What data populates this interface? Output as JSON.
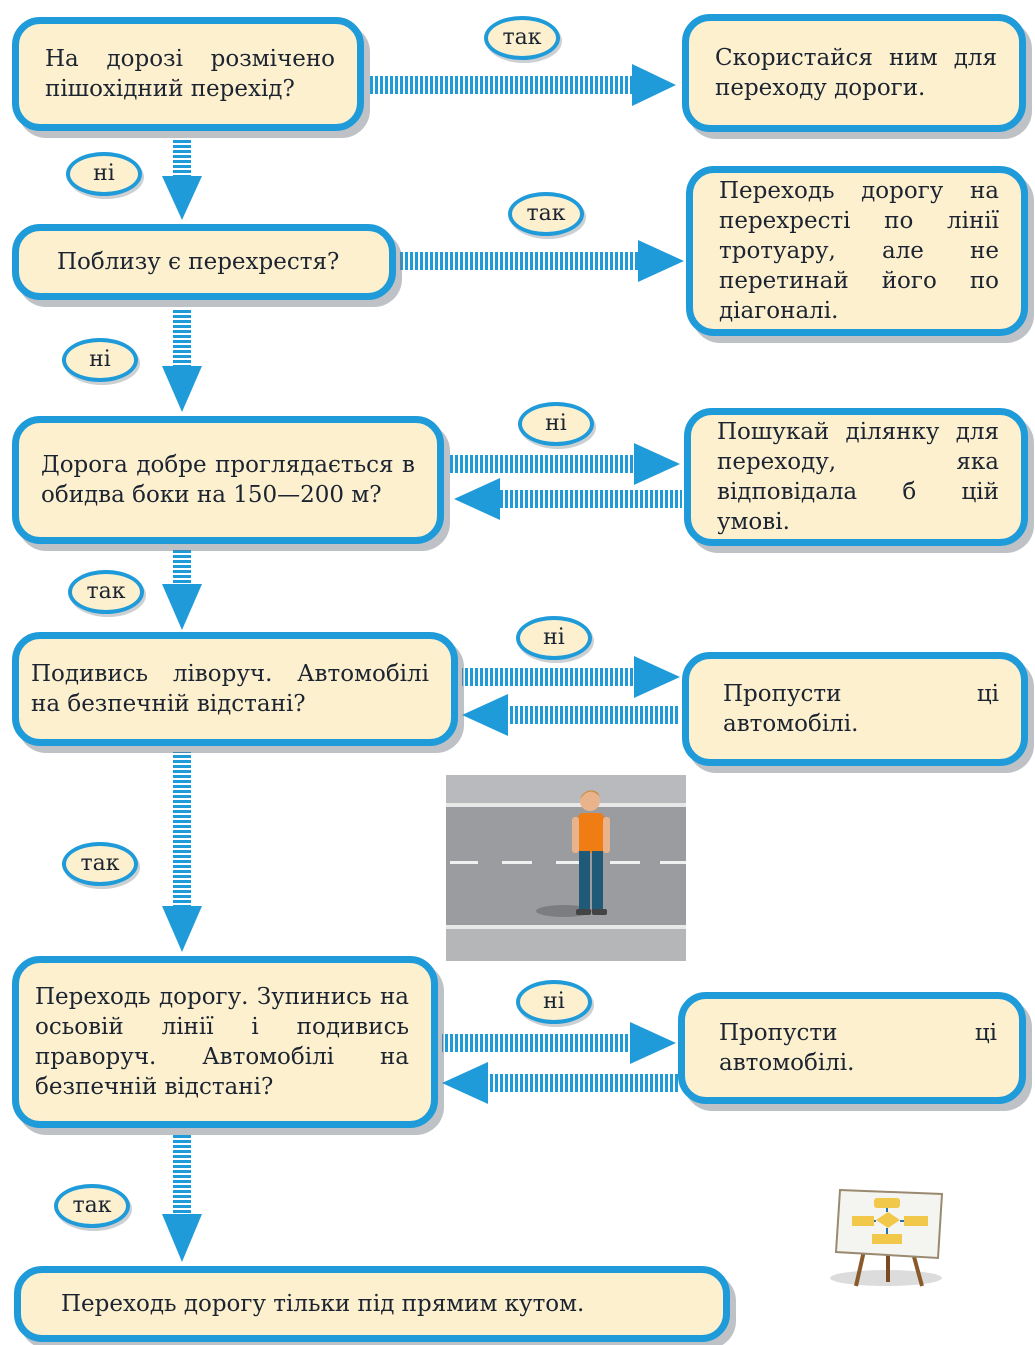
{
  "nodes": {
    "q1": "На дорозі розмічено пішохідний перехід?",
    "a1": "Скористайся ним для переходу дороги.",
    "q2": "Поблизу є перехрестя?",
    "a2": "Переходь дорогу на перехресті по лінії тротуару, але не перетинай його по діагоналі.",
    "q3": "Дорога добре проглядається в обидва боки на 150—200 м?",
    "a3": "Пошукай ділянку для переходу, яка відповідала б цій умові.",
    "q4": "Подивись ліворуч. Автомобілі на безпечній відстані?",
    "a4": "Пропусти ці автомобілі.",
    "q5": "Переходь дорогу. Зупинись на осьовій лінії і подивись праворуч. Автомобілі на безпечній відстані?",
    "a5": "Пропусти ці автомобілі.",
    "final": "Переходь дорогу тільки під прямим кутом."
  },
  "labels": {
    "yes_1": "так",
    "no_1": "ні",
    "yes_2": "так",
    "no_2": "ні",
    "no_3": "ні",
    "yes_3": "так",
    "no_4": "ні",
    "yes_4": "так",
    "no_5": "ні",
    "yes_5": "так"
  },
  "colors": {
    "border": "#1f9bd9",
    "fill": "#fdf0cf"
  },
  "illustrations": [
    "pedestrian-on-road-photo",
    "flowchart-easel-icon"
  ]
}
